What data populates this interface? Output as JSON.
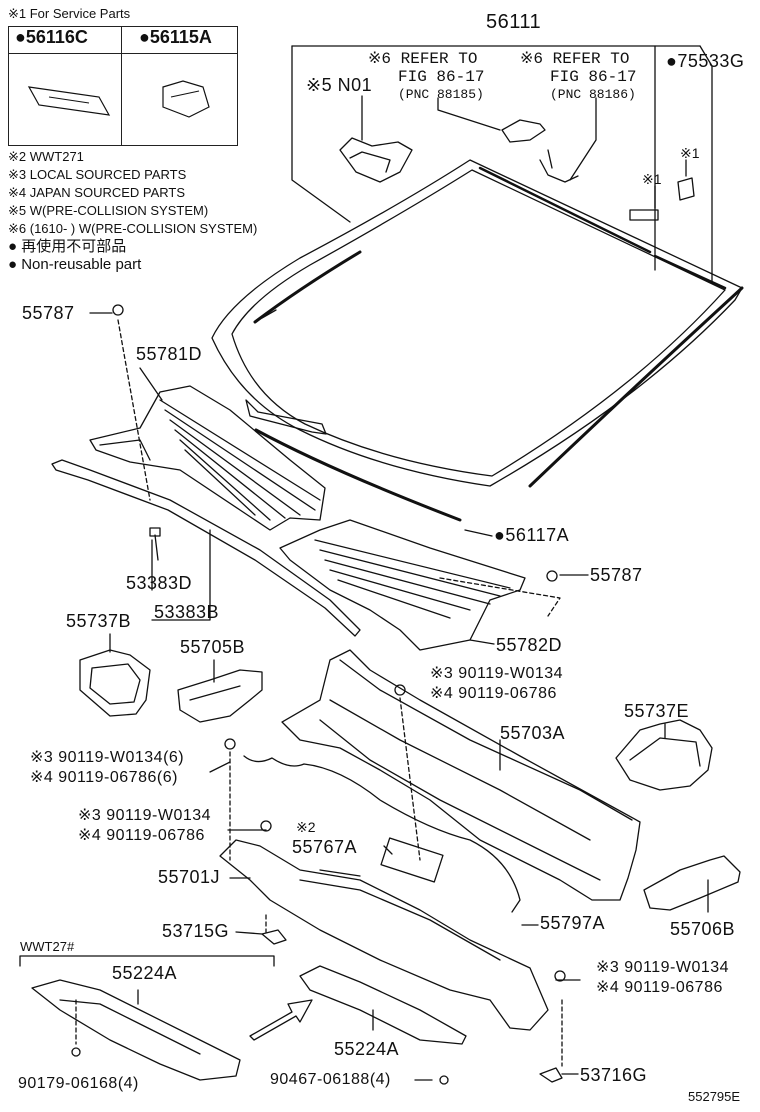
{
  "service_box": {
    "title": "※1 For Service Parts",
    "left_part": "●56116C",
    "right_part": "●56115A"
  },
  "legend": {
    "notes": [
      "※2 WWT271",
      "※3 LOCAL SOURCED PARTS",
      "※4 JAPAN SOURCED PARTS",
      "※5 W(PRE-COLLISION SYSTEM)",
      "※6 (1610-        ) W(PRE-COLLISION SYSTEM)"
    ],
    "non_reusable_jp": "● 再使用不可部品",
    "non_reusable_en": "● Non-reusable part"
  },
  "refs": {
    "left": [
      "※6 REFER TO",
      "FIG 86-17",
      "(PNC 88185)"
    ],
    "right": [
      "※6 REFER TO",
      "FIG 86-17",
      "(PNC 88186)"
    ]
  },
  "labels": {
    "p56111": "56111",
    "p75533g": "●75533G",
    "n01": "※5 N01",
    "star1a": "※1",
    "star1b": "※1",
    "p55787a": "55787",
    "p55781d": "55781D",
    "p56117a": "●56117A",
    "p53383d": "53383D",
    "p53383b": "53383B",
    "p55787b": "55787",
    "p55737b": "55737B",
    "p55705b": "55705B",
    "p55782d": "55782D",
    "b90119w0134a": "※3 90119-W0134",
    "b90119_06786a": "※4 90119-06786",
    "p55703a": "55703A",
    "p55737e": "55737E",
    "b90119w0134_6": "※3 90119-W0134(6)",
    "b90119_06786_6": "※4 90119-06786(6)",
    "b90119w0134b": "※3 90119-W0134",
    "b90119_06786b": "※4 90119-06786",
    "star2": "※2",
    "p55767a": "55767A",
    "p55701j": "55701J",
    "p55797a": "55797A",
    "p55706b": "55706B",
    "p53715g": "53715G",
    "wwt": "WWT27#",
    "p55224a_left": "55224A",
    "b90119w0134c": "※3 90119-W0134",
    "b90119_06786c": "※4 90119-06786",
    "p55224a_right": "55224A",
    "p53716g": "53716G",
    "p90179": "90179-06168(4)",
    "p90467": "90467-06188(4)",
    "figure_id": "552795E"
  }
}
